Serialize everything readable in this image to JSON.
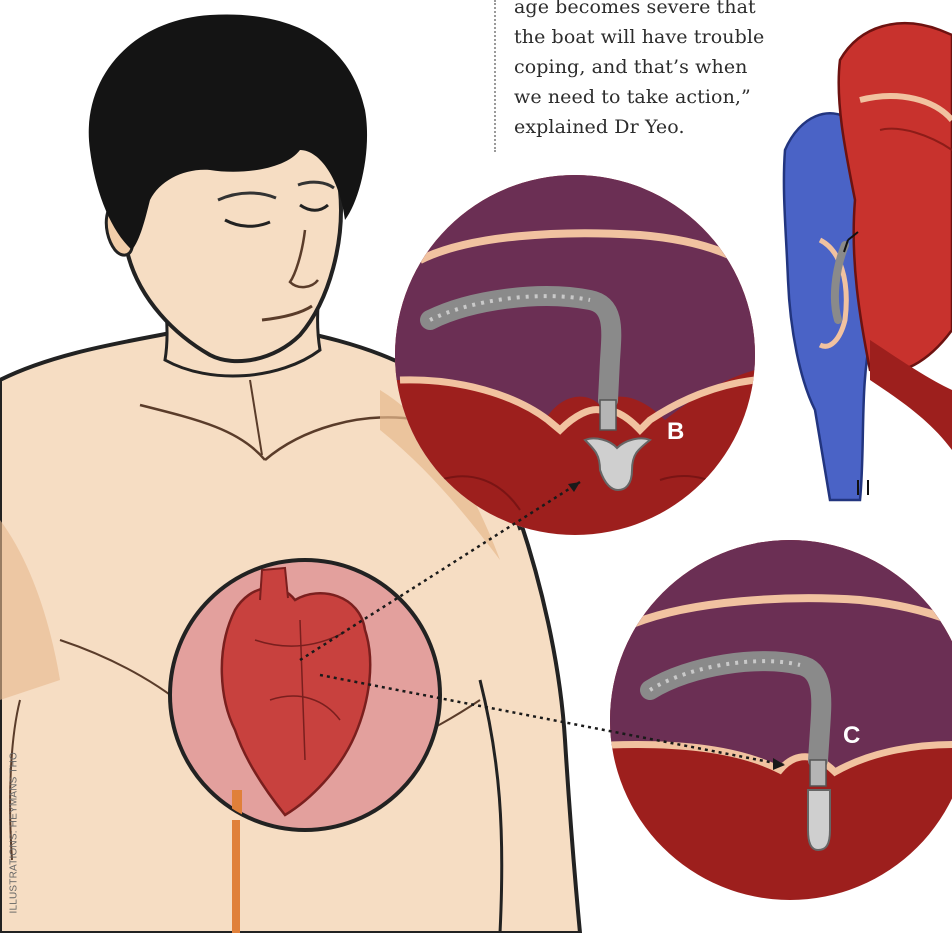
{
  "article": {
    "quote_lines": [
      "age becomes severe that",
      "the boat will have trouble",
      "coping, and that’s when",
      "we need to take action,”",
      "explained Dr Yeo."
    ]
  },
  "figure": {
    "label_b": "B",
    "label_c": "C",
    "credit": "ILLUSTRATIONS: HEYMANS THO",
    "colors": {
      "skin": "#f6ddc3",
      "skin_shadow": "#e7b98d",
      "hair": "#141414",
      "heart_circle": "#e3a09d",
      "heart": "#c8413e",
      "atrium": "#6b2f54",
      "ventricle": "#9d1f1d",
      "vein": "#4a63c6",
      "device": "#8a8a8a"
    }
  }
}
